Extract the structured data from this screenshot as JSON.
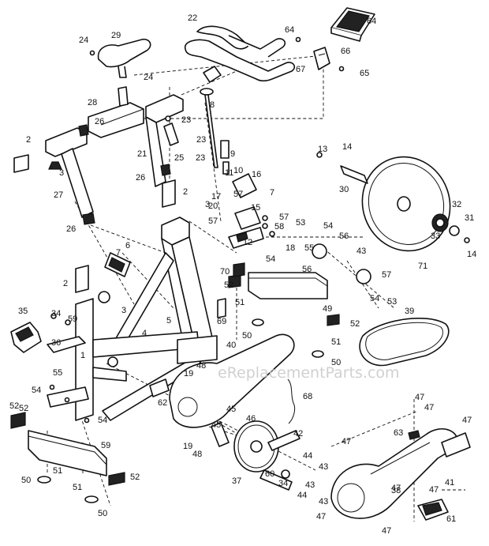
{
  "watermark": "eReplacementParts.com",
  "labels": [
    "1",
    "2",
    "2",
    "2",
    "3",
    "3",
    "3",
    "4",
    "5",
    "6",
    "7",
    "7",
    "8",
    "9",
    "10",
    "11",
    "12",
    "13",
    "14",
    "14",
    "15",
    "16",
    "17",
    "18",
    "19",
    "19",
    "20",
    "21",
    "22",
    "23",
    "23",
    "23",
    "24",
    "24",
    "25",
    "26",
    "26",
    "26",
    "27",
    "28",
    "29",
    "30",
    "31",
    "32",
    "33",
    "34",
    "34",
    "35",
    "36",
    "37",
    "38",
    "39",
    "40",
    "41",
    "42",
    "43",
    "43",
    "43",
    "43",
    "44",
    "44",
    "45",
    "45",
    "46",
    "47",
    "47",
    "47",
    "47",
    "47",
    "47",
    "47",
    "47",
    "48",
    "48",
    "49",
    "50",
    "50",
    "50",
    "50",
    "51",
    "51",
    "51",
    "51",
    "52",
    "52",
    "52",
    "52",
    "52",
    "53",
    "53",
    "54",
    "54",
    "54",
    "54",
    "54",
    "55",
    "55",
    "56",
    "56",
    "57",
    "57",
    "57",
    "57",
    "58",
    "59",
    "59",
    "60",
    "61",
    "62",
    "63",
    "64",
    "64",
    "65",
    "66",
    "67",
    "68",
    "69",
    "70",
    "71"
  ]
}
